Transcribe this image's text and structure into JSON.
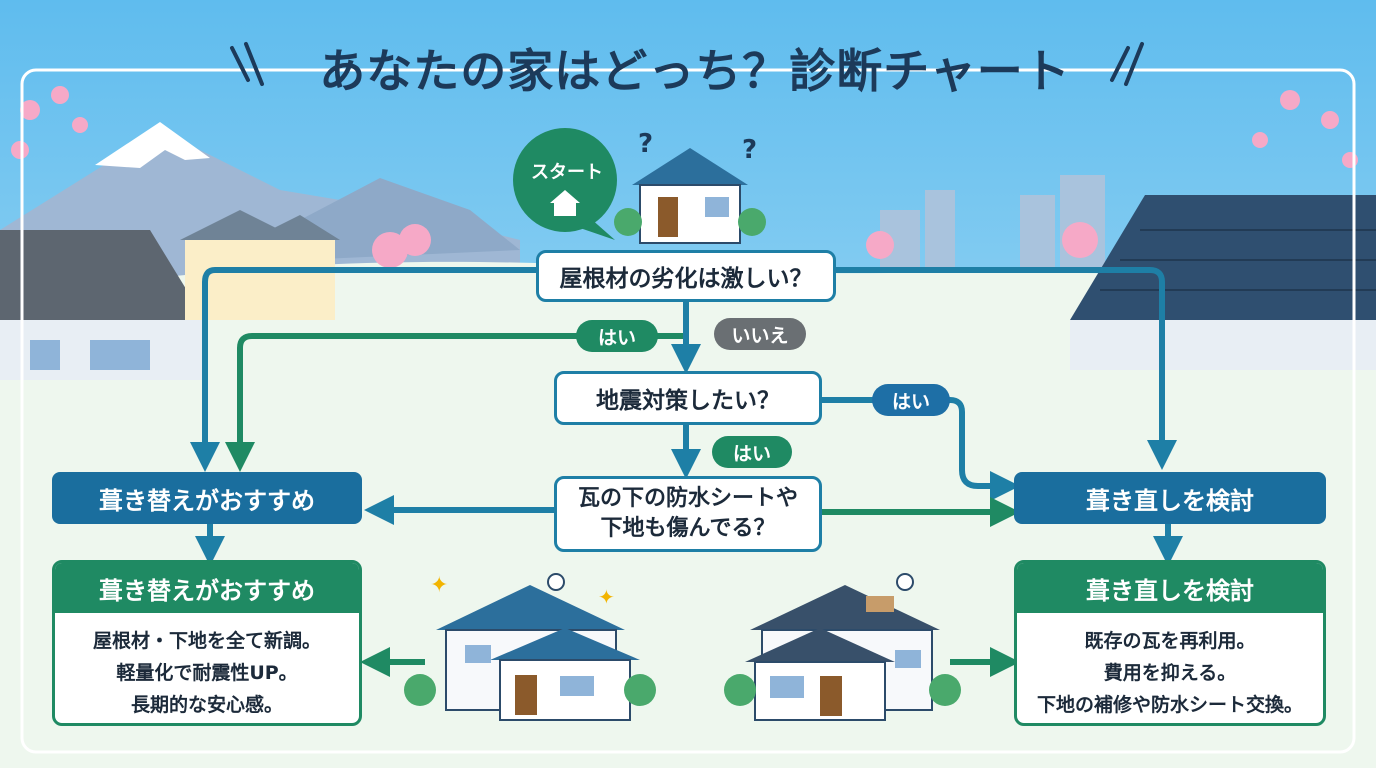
{
  "title": "あなたの家はどっち？診断チャート",
  "start": {
    "label": "スタート"
  },
  "questions": {
    "q1": "屋根材の劣化は激しい？",
    "q2": "地震対策したい？",
    "q3_line1": "瓦の下の防水シートや",
    "q3_line2": "下地も傷んでる？"
  },
  "answers": {
    "yes_a": "はい",
    "no_a": "いいえ",
    "yes_b": "はい",
    "yes_c": "はい"
  },
  "results": {
    "left_bar": "葺き替えがおすすめ",
    "right_bar": "葺き直しを検討"
  },
  "cards": {
    "left": {
      "title": "葺き替えがおすすめ",
      "lines": [
        "屋根材・下地を全て新調。",
        "軽量化で耐震性UP。",
        "長期的な安心感。"
      ]
    },
    "right": {
      "title": "葺き直しを検討",
      "lines": [
        "既存の瓦を再利用。",
        "費用を抑える。",
        "下地の補修や防水シート交換。"
      ]
    }
  },
  "colors": {
    "sky": "#6ec3ef",
    "ground": "#eef7ee",
    "arrow_blue": "#1e7fa6",
    "arrow_green": "#1f8a63",
    "result_blue": "#1a6e9e"
  }
}
